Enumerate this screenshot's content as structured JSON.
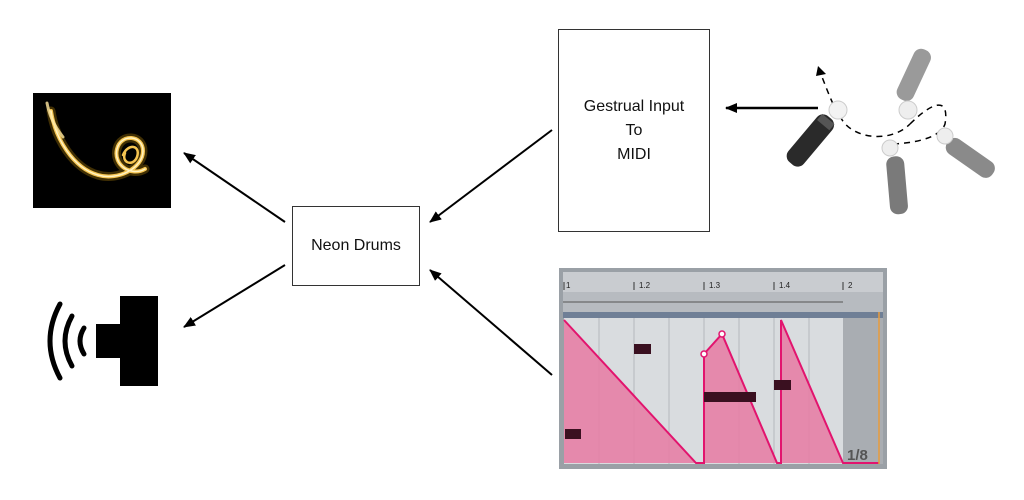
{
  "nodes": {
    "neon_drums": "Neon Drums",
    "gestural": {
      "line1": "Gestrual Input",
      "line2": "To",
      "line3": "MIDI"
    }
  },
  "midi_clip": {
    "ruler_labels": [
      "1",
      "1.2",
      "1.3",
      "1.4",
      "2"
    ],
    "grid_label": "1/8"
  },
  "icons": {
    "neon": "neon-light-swirl-image",
    "speaker": "speaker-icon",
    "controllers": "motion-controllers-image"
  },
  "colors": {
    "envelope": "#e2146e",
    "envelope_fill": "#e57fa6",
    "note": "#3a1020"
  }
}
